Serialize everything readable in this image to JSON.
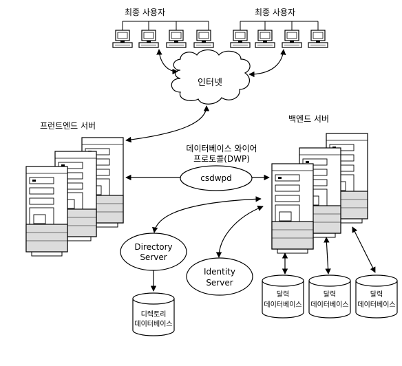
{
  "diagram": {
    "end_users_left": "최종 사용자",
    "end_users_right": "최종 사용자",
    "internet": "인터넷",
    "frontend_servers": "프런트엔드 서버",
    "backend_servers": "백엔드 서버",
    "dwp_line1": "데이터베이스 와이어",
    "dwp_line2": "프로토콜(DWP)",
    "csdwpd": "csdwpd",
    "directory_server_line1": "Directory",
    "directory_server_line2": "Server",
    "identity_server_line1": "Identity",
    "identity_server_line2": "Server",
    "directory_db_line1": "디렉토리",
    "directory_db_line2": "데이터베이스",
    "calendar_db_line1": "달력",
    "calendar_db_line2": "데이터베이스"
  }
}
